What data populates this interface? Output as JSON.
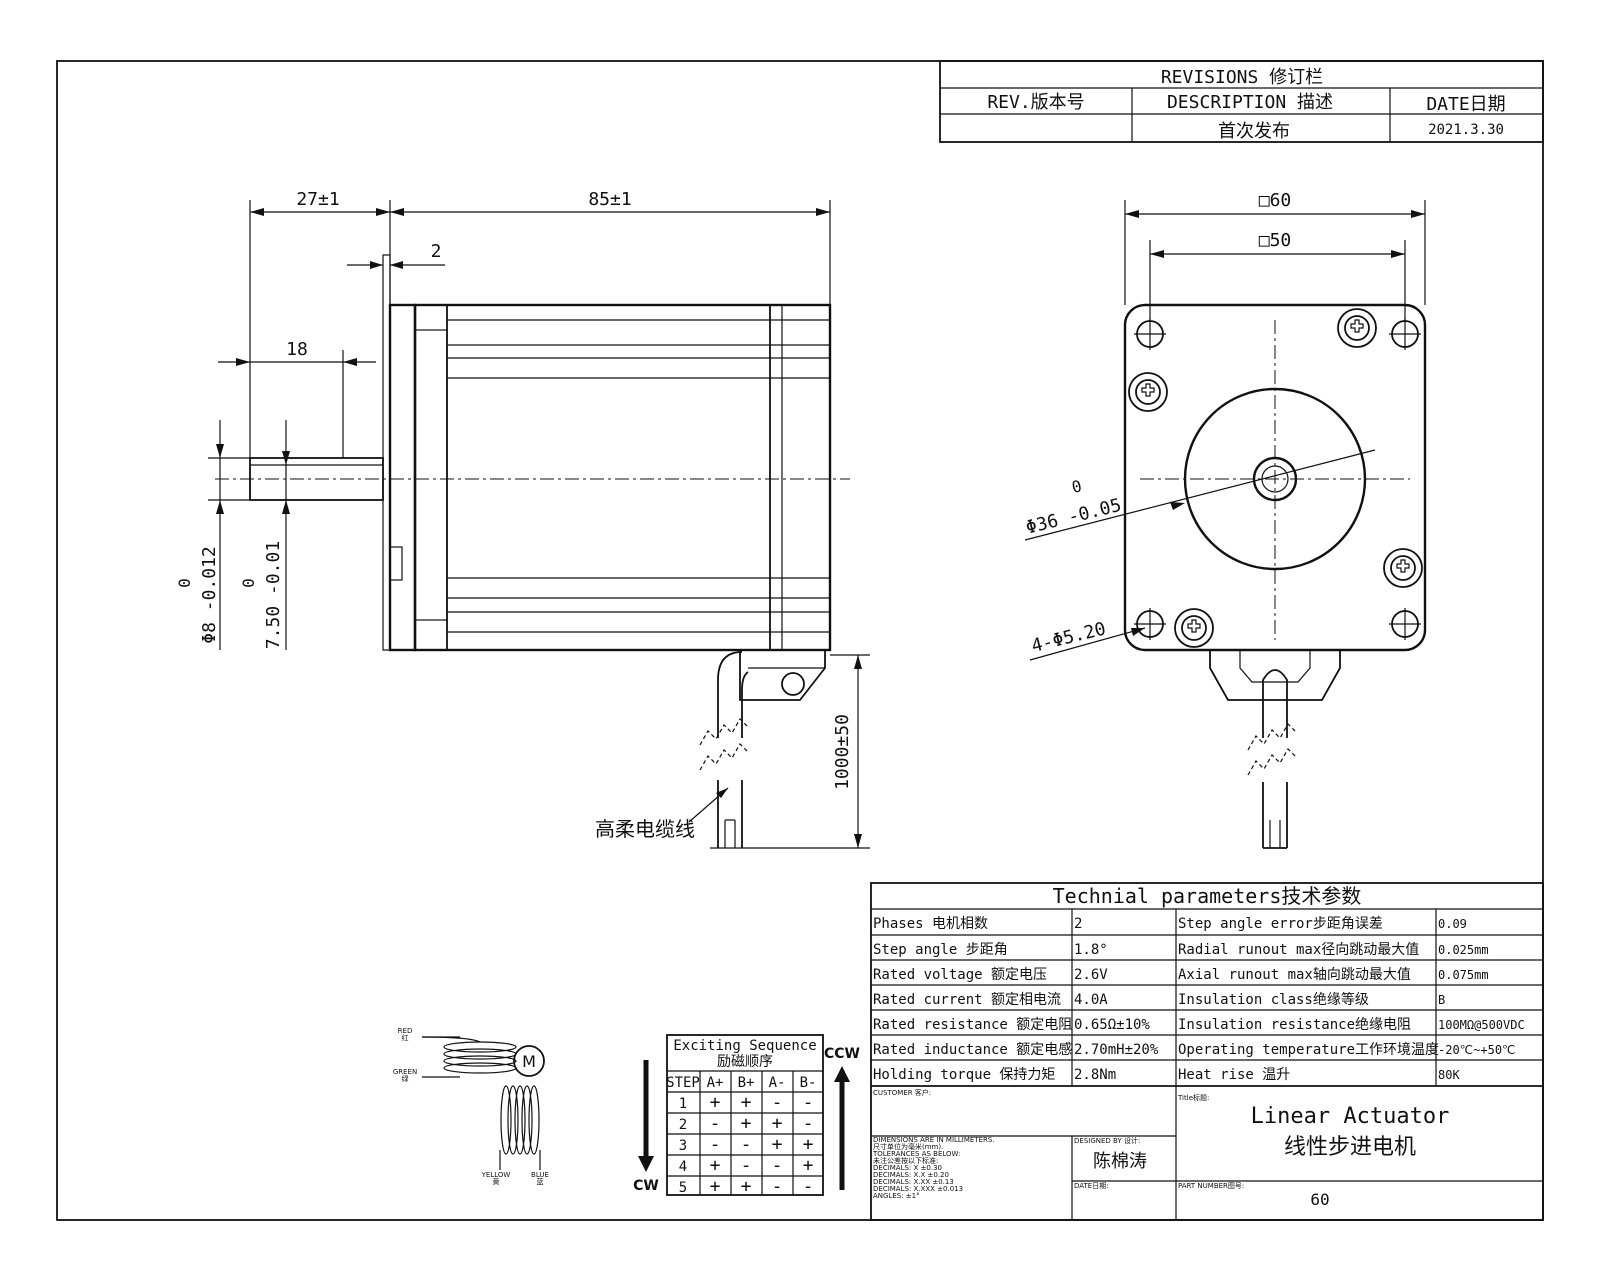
{
  "revisions": {
    "title": "REVISIONS 修订栏",
    "col_rev": "REV.版本号",
    "col_desc": "DESCRIPTION 描述",
    "col_date": "DATE日期",
    "row1_desc": "首次发布",
    "row1_date": "2021.3.30"
  },
  "side_view": {
    "dim_shaft_len": "27±1",
    "dim_body_len": "85±1",
    "dim_boss": "2",
    "dim_flat": "18",
    "dim_shaft_dia_zero": "0",
    "dim_shaft_dia": "Φ8 -0.012",
    "dim_flat_zero": "0",
    "dim_flat_dia": "7.50 -0.01",
    "dim_cable": "1000±50",
    "cable_label": "高柔电缆线"
  },
  "front_view": {
    "dim_outer": "□60",
    "dim_inner": "□50",
    "dim_pilot_zero": "0",
    "dim_pilot": "Φ36 -0.05",
    "dim_holes": "4-Φ5.20"
  },
  "params": {
    "title": "Technial parameters技术参数",
    "rows": [
      {
        "k1": "Phases 电机相数",
        "v1": "2",
        "k2": "Step angle error步距角误差",
        "v2": "0.09"
      },
      {
        "k1": "Step angle 步距角",
        "v1": "1.8°",
        "k2": "Radial runout max径向跳动最大值",
        "v2": "0.025mm"
      },
      {
        "k1": "Rated voltage 额定电压",
        "v1": "2.6V",
        "k2": "Axial runout max轴向跳动最大值",
        "v2": "0.075mm"
      },
      {
        "k1": "Rated current 额定相电流",
        "v1": "4.0A",
        "k2": "Insulation class绝缘等级",
        "v2": "B"
      },
      {
        "k1": "Rated resistance 额定电阻",
        "v1": "0.65Ω±10%",
        "k2": "Insulation resistance绝缘电阻",
        "v2": "100MΩ@500VDC"
      },
      {
        "k1": "Rated inductance 额定电感",
        "v1": "2.70mH±20%",
        "k2": "Operating temperature工作环境温度",
        "v2": "-20℃~+50℃"
      },
      {
        "k1": "Holding torque 保持力矩",
        "v1": "2.8Nm",
        "k2": "Heat rise 温升",
        "v2": "80K"
      }
    ]
  },
  "title_block": {
    "customer_label": "CUSTOMER 客户:",
    "title_label": "Title标题:",
    "title_en": "Linear Actuator",
    "title_cn": "线性步进电机",
    "designed_label": "DESIGNED BY 设计:",
    "designer": "陈棉涛",
    "date_label": "DATE日期:",
    "part_label": "PART NUMBER图号:",
    "part_number": "60",
    "tolerance_lines": [
      "DIMENSIONS ARE IN MILLIMETERS.",
      "尺寸单位为毫米(mm).",
      "TOLERANCES AS BELOW:",
      "未注公差按以下标准:",
      "DECIMALS: X    ±0.30",
      "DECIMALS: X.X   ±0.20",
      "DECIMALS: X.XX  ±0.13",
      "DECIMALS: X.XXX ±0.013",
      "ANGLES: ±1°"
    ]
  },
  "sequence": {
    "title_en": "Exciting Sequence",
    "title_cn": "励磁顺序",
    "headers": [
      "STEP",
      "A+",
      "B+",
      "A-",
      "B-"
    ],
    "rows": [
      [
        "1",
        "+",
        "+",
        "-",
        "-"
      ],
      [
        "2",
        "-",
        "+",
        "+",
        "-"
      ],
      [
        "3",
        "-",
        "-",
        "+",
        "+"
      ],
      [
        "4",
        "+",
        "-",
        "-",
        "+"
      ],
      [
        "5",
        "+",
        "+",
        "-",
        "-"
      ]
    ],
    "ccw": "CCW",
    "cw": "CW"
  },
  "wiring": {
    "red": "RED",
    "red_cn": "红",
    "green": "GREEN",
    "green_cn": "绿",
    "yellow": "YELLOW",
    "yellow_cn": "黄",
    "blue": "BLUE",
    "blue_cn": "蓝",
    "motor": "M"
  }
}
